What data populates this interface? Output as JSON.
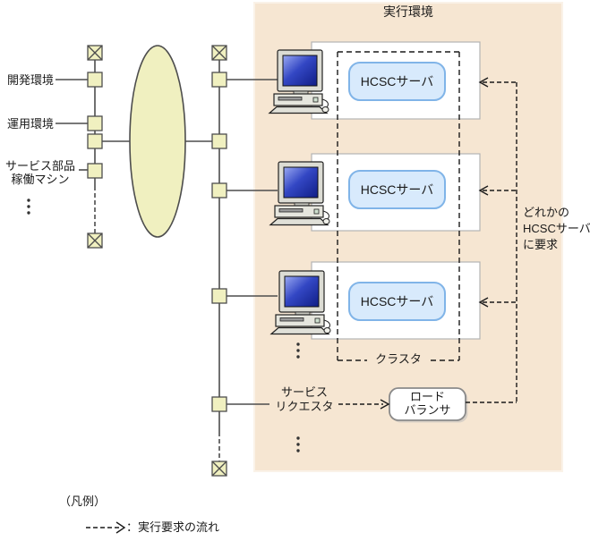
{
  "panel": {
    "title": "実行環境"
  },
  "environments": [
    {
      "lines": [
        "開発環境"
      ]
    },
    {
      "lines": [
        "運用環境"
      ]
    },
    {
      "lines": [
        "サービス部品",
        "稼働マシン"
      ]
    }
  ],
  "servers": [
    {
      "label": "HCSCサーバ"
    },
    {
      "label": "HCSCサーバ"
    },
    {
      "label": "HCSCサーバ"
    }
  ],
  "cluster": {
    "label": "クラスタ"
  },
  "request_note": {
    "line1": "どれかの",
    "line2": "HCSCサーバ",
    "line3": "に要求"
  },
  "service_requester": {
    "line1": "サービス",
    "line2": "リクエスタ"
  },
  "load_balancer": {
    "line1": "ロード",
    "line2": "バランサ"
  },
  "legend": {
    "title": "（凡例）",
    "flow_label": "：実行要求の流れ"
  },
  "icons": {
    "computer": "desktop-pc-icon",
    "network": "network-ellipse-icon",
    "node": "network-node-square",
    "terminator": "network-terminator-x",
    "dots": "vertical-ellipsis-icon",
    "flow_arrow": "dashed-open-arrow"
  },
  "colors": {
    "panel_bg": "#f6e6d2",
    "node_fill": "#f0f0c0",
    "server_fill": "#d8eafc",
    "server_border": "#80b4e8",
    "box_border": "#b3b3b3",
    "line": "#4d4d4d",
    "flow": "#1a1a1a",
    "screen_blue": "#3347c4"
  }
}
